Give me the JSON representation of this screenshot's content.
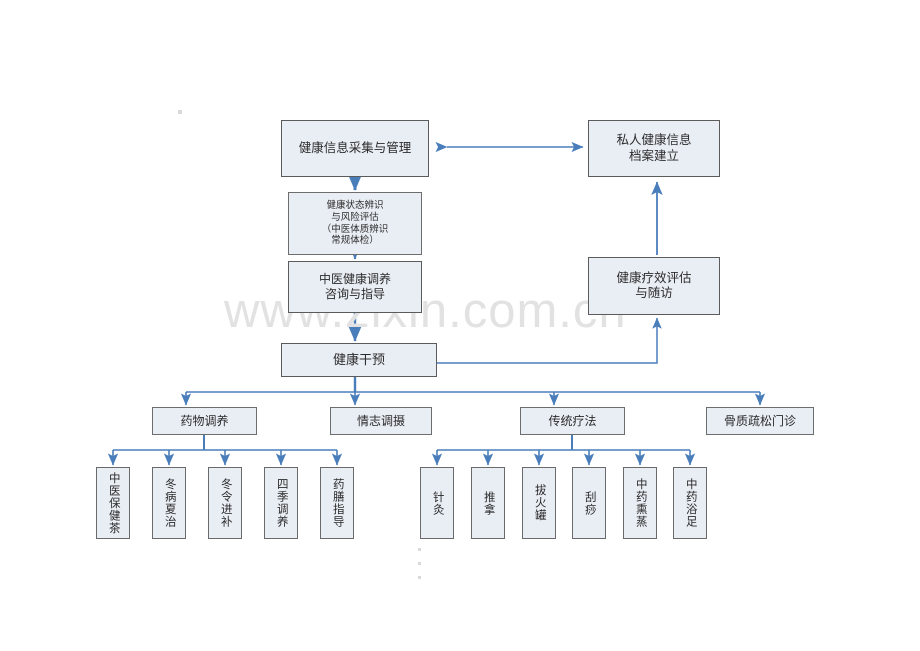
{
  "diagram": {
    "title_watermark": "www.zixin.com.cn",
    "colors": {
      "node_fill": "#e9eef5",
      "node_border": "#5b5b5b",
      "connector": "#4a7ebb",
      "text": "#2b2b2b",
      "watermark": "#e2e2e2",
      "background": "#ffffff"
    },
    "nodes": {
      "health_info_collection": "健康信息采集与管理",
      "private_health_archive": "私人健康信息\n档案建立",
      "status_risk_assessment": "健康状态辨识\n与风险评估\n（中医体质辨识\n常规体检）",
      "tcm_health_consult": "中医健康调养\n咨询与指导",
      "health_effect_followup": "健康疗效评估\n与随访",
      "health_intervention": "健康干预"
    },
    "branches": [
      {
        "id": "drug-regulation",
        "label": "药物调养"
      },
      {
        "id": "emotion-regulation",
        "label": "情志调摄"
      },
      {
        "id": "traditional-therapy",
        "label": "传统疗法"
      },
      {
        "id": "osteoporosis-clinic",
        "label": "骨质疏松门诊"
      }
    ],
    "drug_leaves": [
      {
        "id": "tcm-health-tea",
        "label": "中医保健茶"
      },
      {
        "id": "winter-disease-summer-treat",
        "label": "冬病夏治"
      },
      {
        "id": "winter-tonic",
        "label": "冬令进补"
      },
      {
        "id": "four-season-regimen",
        "label": "四季调养"
      },
      {
        "id": "medicinal-diet-guidance",
        "label": "药膳指导"
      }
    ],
    "therapy_leaves": [
      {
        "id": "acupuncture",
        "label": "针灸"
      },
      {
        "id": "tuina",
        "label": "推拿"
      },
      {
        "id": "cupping",
        "label": "拔火罐"
      },
      {
        "id": "gua-sha",
        "label": "刮痧"
      },
      {
        "id": "herbal-fumigation",
        "label": "中药熏蒸"
      },
      {
        "id": "herbal-foot-bath",
        "label": "中药浴足"
      }
    ]
  }
}
